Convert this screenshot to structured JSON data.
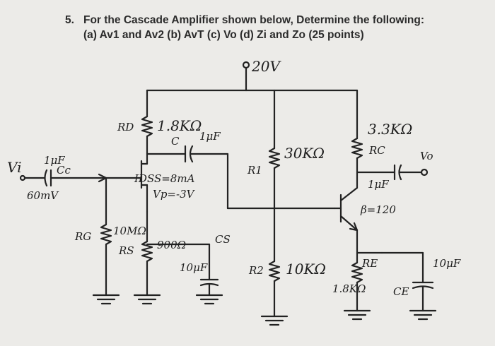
{
  "question": {
    "number": "5.",
    "line1": "For the Cascade Amplifier shown below, Determine the following:",
    "line2": "(a) Av1 and Av2 (b) AvT (c) Vo (d) Zi and Zo   (25 points)"
  },
  "labels": {
    "supply": "20V",
    "rd": "RD",
    "rd_value": "1.8KΩ",
    "c_label": "C",
    "c_value": "1μF",
    "r1": "R1",
    "r1_value": "30KΩ",
    "rc_value": "3.3KΩ",
    "rc": "RC",
    "vo": "Vo",
    "cout_value": "1μF",
    "beta": "β=120",
    "vi": "Vi",
    "cin_value": "1μF",
    "cin_label": "Cc",
    "vi_value": "60mV",
    "idss": "IDSS=8mA",
    "vp": "Vp=-3V",
    "rg": "RG",
    "rg_value": "10MΩ",
    "rs": "RS",
    "rs_value": "900Ω",
    "cs_label": "CS",
    "cs_value": "10μF",
    "r2": "R2",
    "r2_value": "10KΩ",
    "re": "RE",
    "re_value": "1.8KΩ",
    "ce_value": "10μF",
    "ce_label": "CE"
  }
}
